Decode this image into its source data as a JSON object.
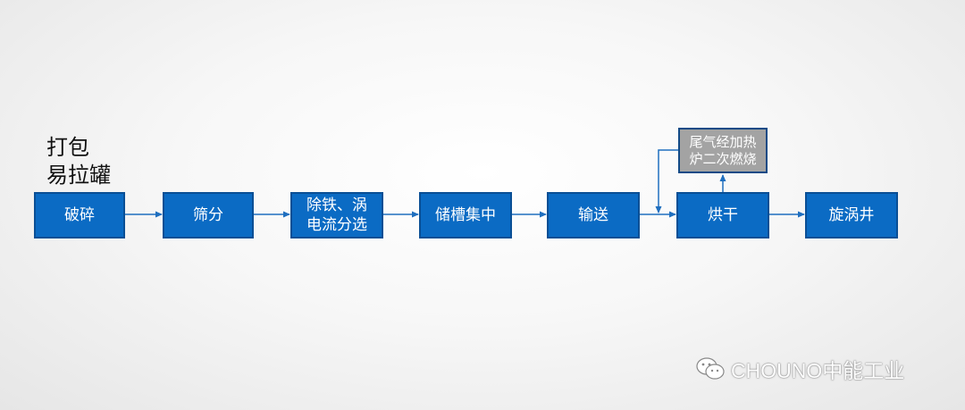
{
  "input": {
    "line1": "打包",
    "line2": "易拉罐"
  },
  "steps": [
    {
      "id": "crush",
      "lines": [
        "破碎"
      ]
    },
    {
      "id": "screen",
      "lines": [
        "筛分"
      ]
    },
    {
      "id": "iron-eddy",
      "lines": [
        "除铁、涡",
        "电流分选"
      ]
    },
    {
      "id": "storage",
      "lines": [
        "储槽集中"
      ]
    },
    {
      "id": "convey",
      "lines": [
        "输送"
      ]
    },
    {
      "id": "dry",
      "lines": [
        "烘干"
      ]
    },
    {
      "id": "vortex",
      "lines": [
        "旋涡井"
      ]
    }
  ],
  "afterburner": {
    "line1": "尾气经加热",
    "line2": "炉二次燃烧"
  },
  "watermark": {
    "text": "CHOUNO中能工业"
  },
  "colors": {
    "box": "#0b6bc4",
    "arrow": "#1f6fbf",
    "gray_box": "#a3a3a3"
  }
}
